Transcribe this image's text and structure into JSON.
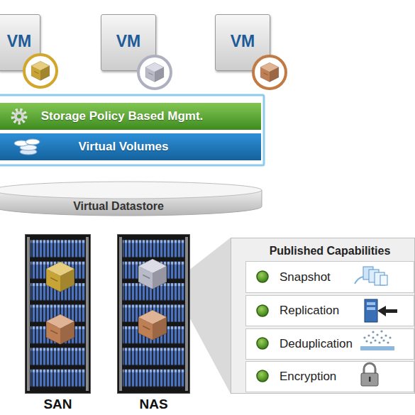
{
  "diagram": {
    "nodes": [
      {
        "text": [
          "VM"
        ]
      },
      {
        "text": [
          "VM"
        ]
      },
      {
        "text": [
          "VM"
        ]
      },
      {
        "text": [
          "Storage Policy Based Mgmt."
        ]
      },
      {
        "text": [
          "Virtual Volumes"
        ]
      },
      {
        "text": [
          "Virtual Datastore"
        ]
      },
      {
        "text": [
          "SAN"
        ]
      },
      {
        "text": [
          "NAS"
        ]
      },
      {
        "text": [
          "Published Capabilities"
        ]
      },
      {
        "text": [
          "Snapshot"
        ],
        "in": 8
      },
      {
        "text": [
          "Replication"
        ],
        "in": 8
      },
      {
        "text": [
          "Deduplication"
        ],
        "in": 8
      },
      {
        "text": [
          "Encryption"
        ],
        "in": 8
      }
    ],
    "edges": [
      {
        "from": 7,
        "to": 8,
        "arrow": "none"
      }
    ]
  }
}
